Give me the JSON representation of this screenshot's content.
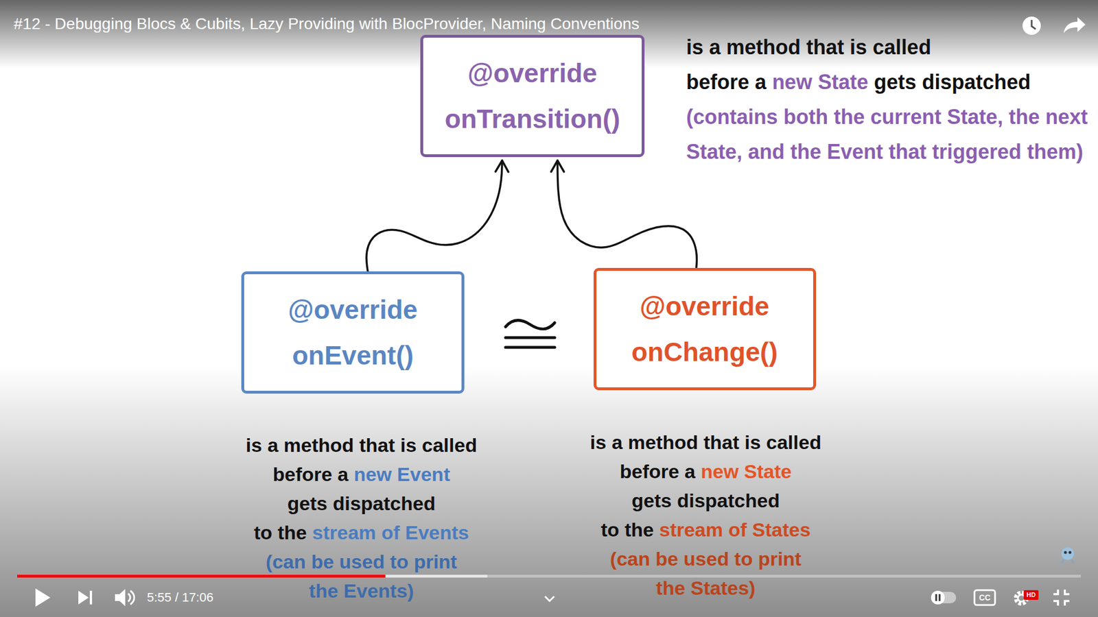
{
  "diagram": {
    "title": "#12 - Debugging Blocs & Cubits, Lazy Providing with BlocProvider, Naming Conventions",
    "nodes": [
      {
        "text": [
          "@override onTransition()"
        ]
      },
      {
        "text": [
          "@override onEvent()"
        ]
      },
      {
        "text": [
          "@override onChange()"
        ]
      }
    ],
    "edges": [
      {
        "from": 1,
        "to": 0,
        "arrow": "to"
      },
      {
        "from": 2,
        "to": 0,
        "arrow": "to"
      }
    ],
    "labels": [
      "is a method that is called",
      "before a",
      "new State",
      "gets dispatched",
      "(contains both the current State, the next State, and the Event that triggered them)",
      "is a method that is called",
      "before a",
      "new Event",
      "gets dispatched",
      "to the",
      "stream of Events",
      "(can be used to print the Events)",
      "is a method that is called",
      "before a",
      "new State",
      "gets dispatched",
      "to the",
      "stream of States",
      "(can be used to print the States)",
      "5:55 / 17:06",
      "CC",
      "HD"
    ]
  }
}
